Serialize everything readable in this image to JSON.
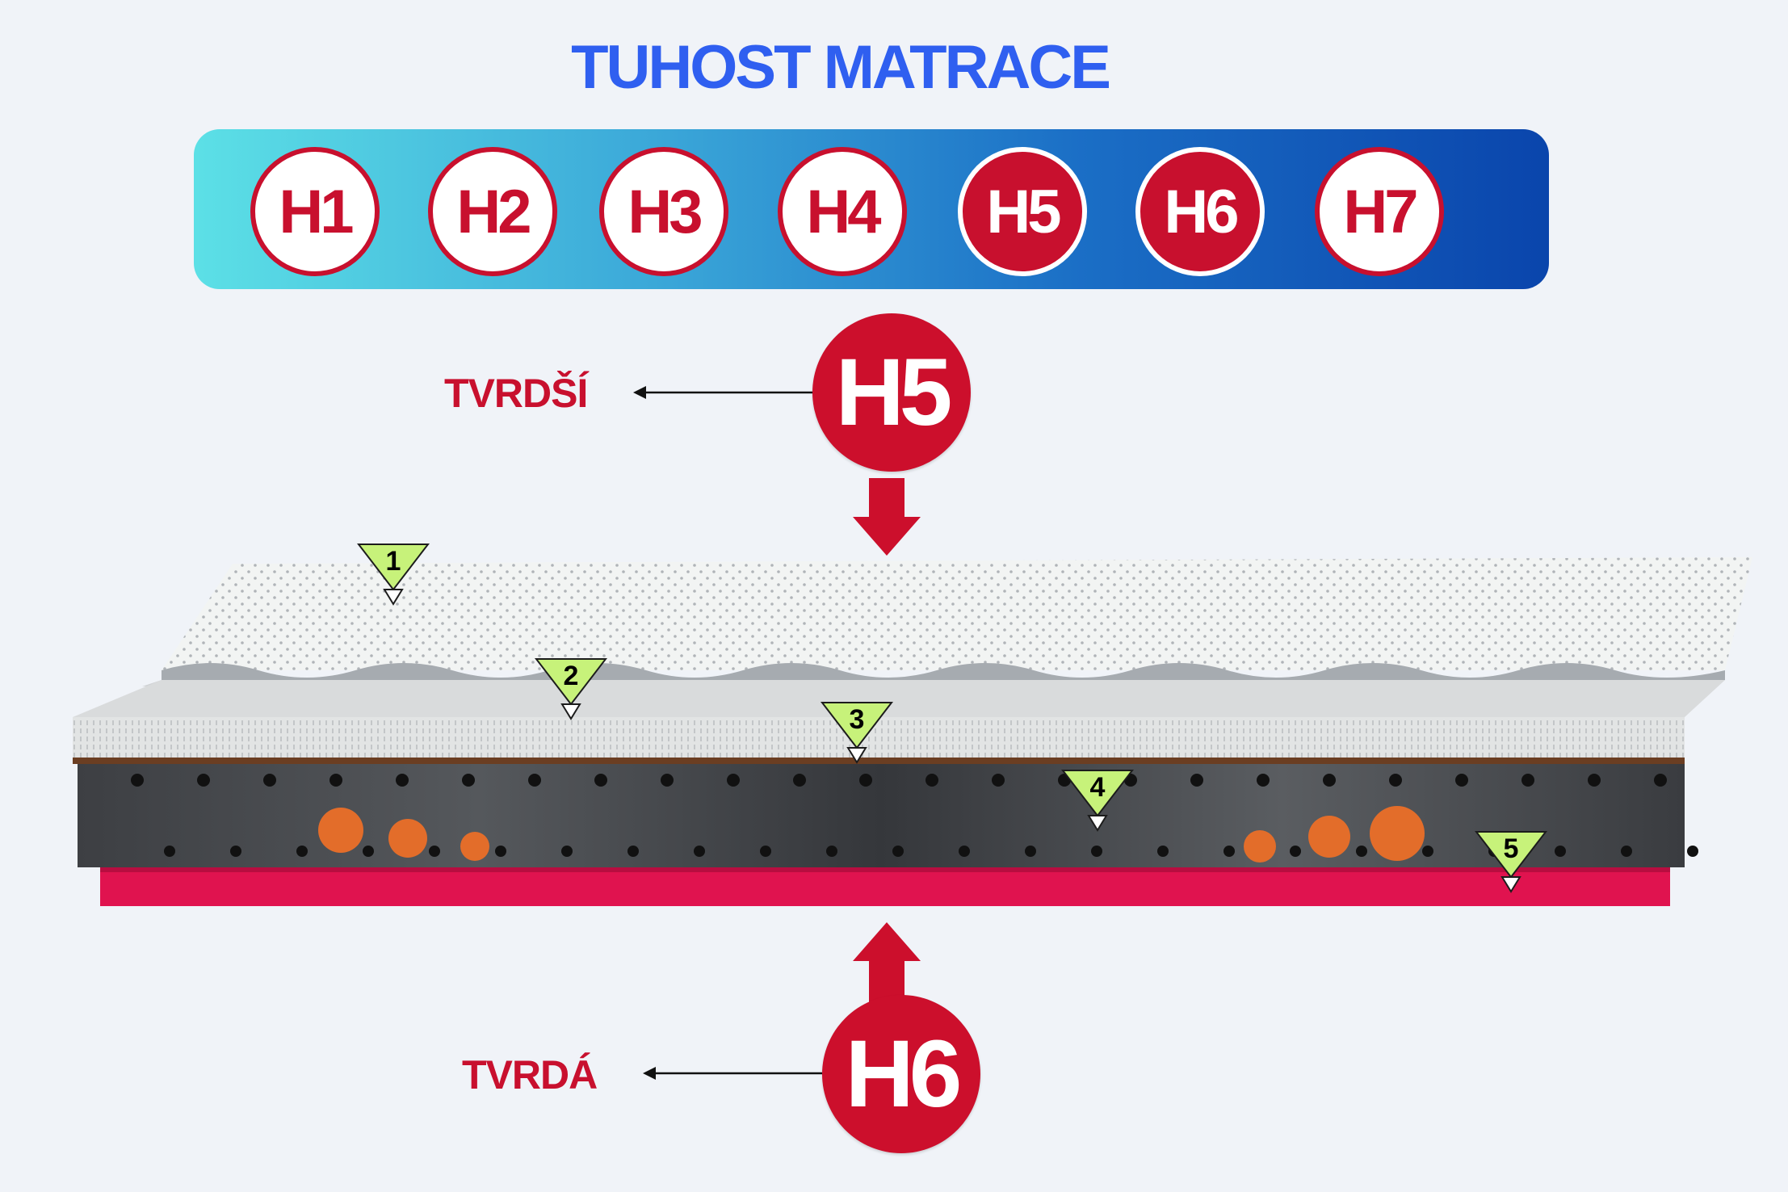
{
  "title": "TUHOST MATRACE",
  "firmness_scale": [
    {
      "label": "H1",
      "selected": false
    },
    {
      "label": "H2",
      "selected": false
    },
    {
      "label": "H3",
      "selected": false
    },
    {
      "label": "H4",
      "selected": false
    },
    {
      "label": "H5",
      "selected": true
    },
    {
      "label": "H6",
      "selected": true
    },
    {
      "label": "H7",
      "selected": false
    }
  ],
  "top_side": {
    "badge": "H5",
    "label": "TVRDŠÍ"
  },
  "bottom_side": {
    "badge": "H6",
    "label": "TVRDÁ"
  },
  "layers": [
    "1",
    "2",
    "3",
    "4",
    "5"
  ],
  "colors": {
    "title": "#2f5ff0",
    "accent_red": "#c8102e",
    "bar_gradient_start": "#5ce0e6",
    "bar_gradient_end": "#0a45ac",
    "marker_green": "#c7f27a",
    "base_layer": "#e0134f"
  }
}
